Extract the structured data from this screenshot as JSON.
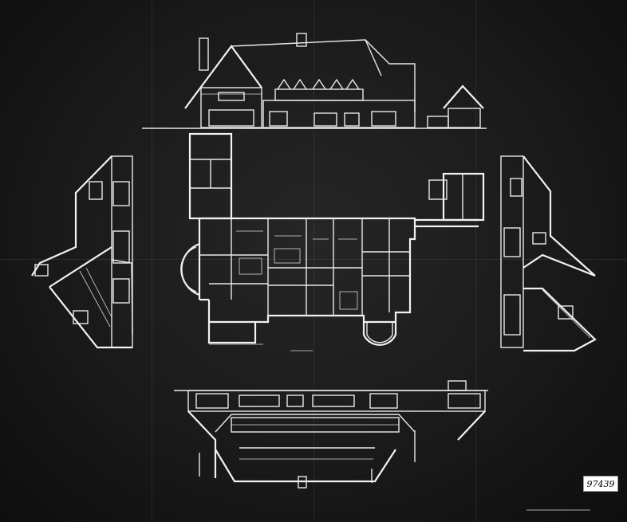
{
  "document": {
    "header_title": "",
    "sheet_number": "",
    "archive_stamp": "97439",
    "plan_label": "",
    "signature": ""
  },
  "colors": {
    "paper": "#1a1a1a",
    "linework": "#e9e9e9",
    "stamp_bg": "#ffffff",
    "stamp_text": "#000000"
  },
  "views": [
    {
      "id": "front-elevation",
      "kind": "elevation"
    },
    {
      "id": "left-side-elevation",
      "kind": "elevation"
    },
    {
      "id": "right-side-elevation",
      "kind": "elevation"
    },
    {
      "id": "ground-floor-plan",
      "kind": "plan"
    },
    {
      "id": "rear-elevation",
      "kind": "elevation"
    }
  ]
}
